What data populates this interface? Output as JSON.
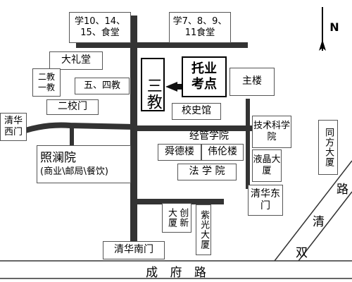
{
  "map": {
    "north_label": "N",
    "colors": {
      "road": "#333333",
      "marker": "#b81414",
      "box_border": "#555555",
      "highlight_border": "#000000"
    },
    "places": {
      "canteen_10_15": "学10、14、15、食堂",
      "canteen_7_11": "学7、8、9、11食堂",
      "exam_center": "托业考点",
      "building_san_jiao": "三教",
      "main_building": "主楼",
      "auditorium": "大礼堂",
      "erjiao": "二教",
      "yijiao": "一教",
      "wu_si_jiao": "五、四教",
      "second_gate": "二校门",
      "west_gate": "清华西门",
      "history_museum": "校史馆",
      "sem": "经管学院",
      "tech_science": "技术科学院",
      "shunde": "舜德楼",
      "weilun": "伟伦楼",
      "law_school": "法 学 院",
      "lcd_building": "液晶大厦",
      "zhaolan_main": "照澜院",
      "zhaolan_sub": "(商业\\邮局\\餐饮)",
      "east_gate": "清华东门",
      "tongfang": "同方大厦",
      "chuangxin": "创新大厦",
      "ziguang": "紫光大厦",
      "south_gate": "清华南门"
    },
    "roads": {
      "chengfu_road": "成 府 路",
      "shuangqing_shuang": "双",
      "shuangqing_qing": "清",
      "shuangqing_lu": "路"
    }
  }
}
